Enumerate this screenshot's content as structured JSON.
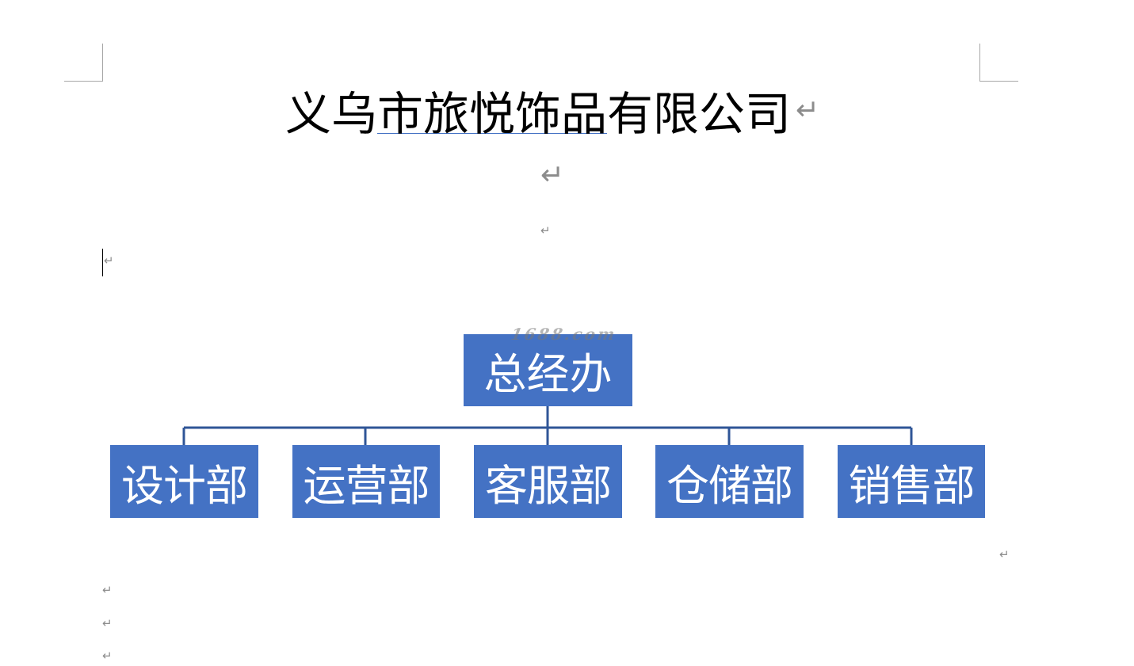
{
  "document": {
    "title_part1": "义乌",
    "title_part2": "市旅悦饰品",
    "title_part3": "有限公司",
    "paragraph_mark": "↵"
  },
  "org_chart": {
    "top": "总经办",
    "departments": [
      "设计部",
      "运营部",
      "客服部",
      "仓储部",
      "销售部"
    ],
    "box_color": "#4472c4",
    "line_color": "#2f5597"
  },
  "watermark": "1688.com"
}
